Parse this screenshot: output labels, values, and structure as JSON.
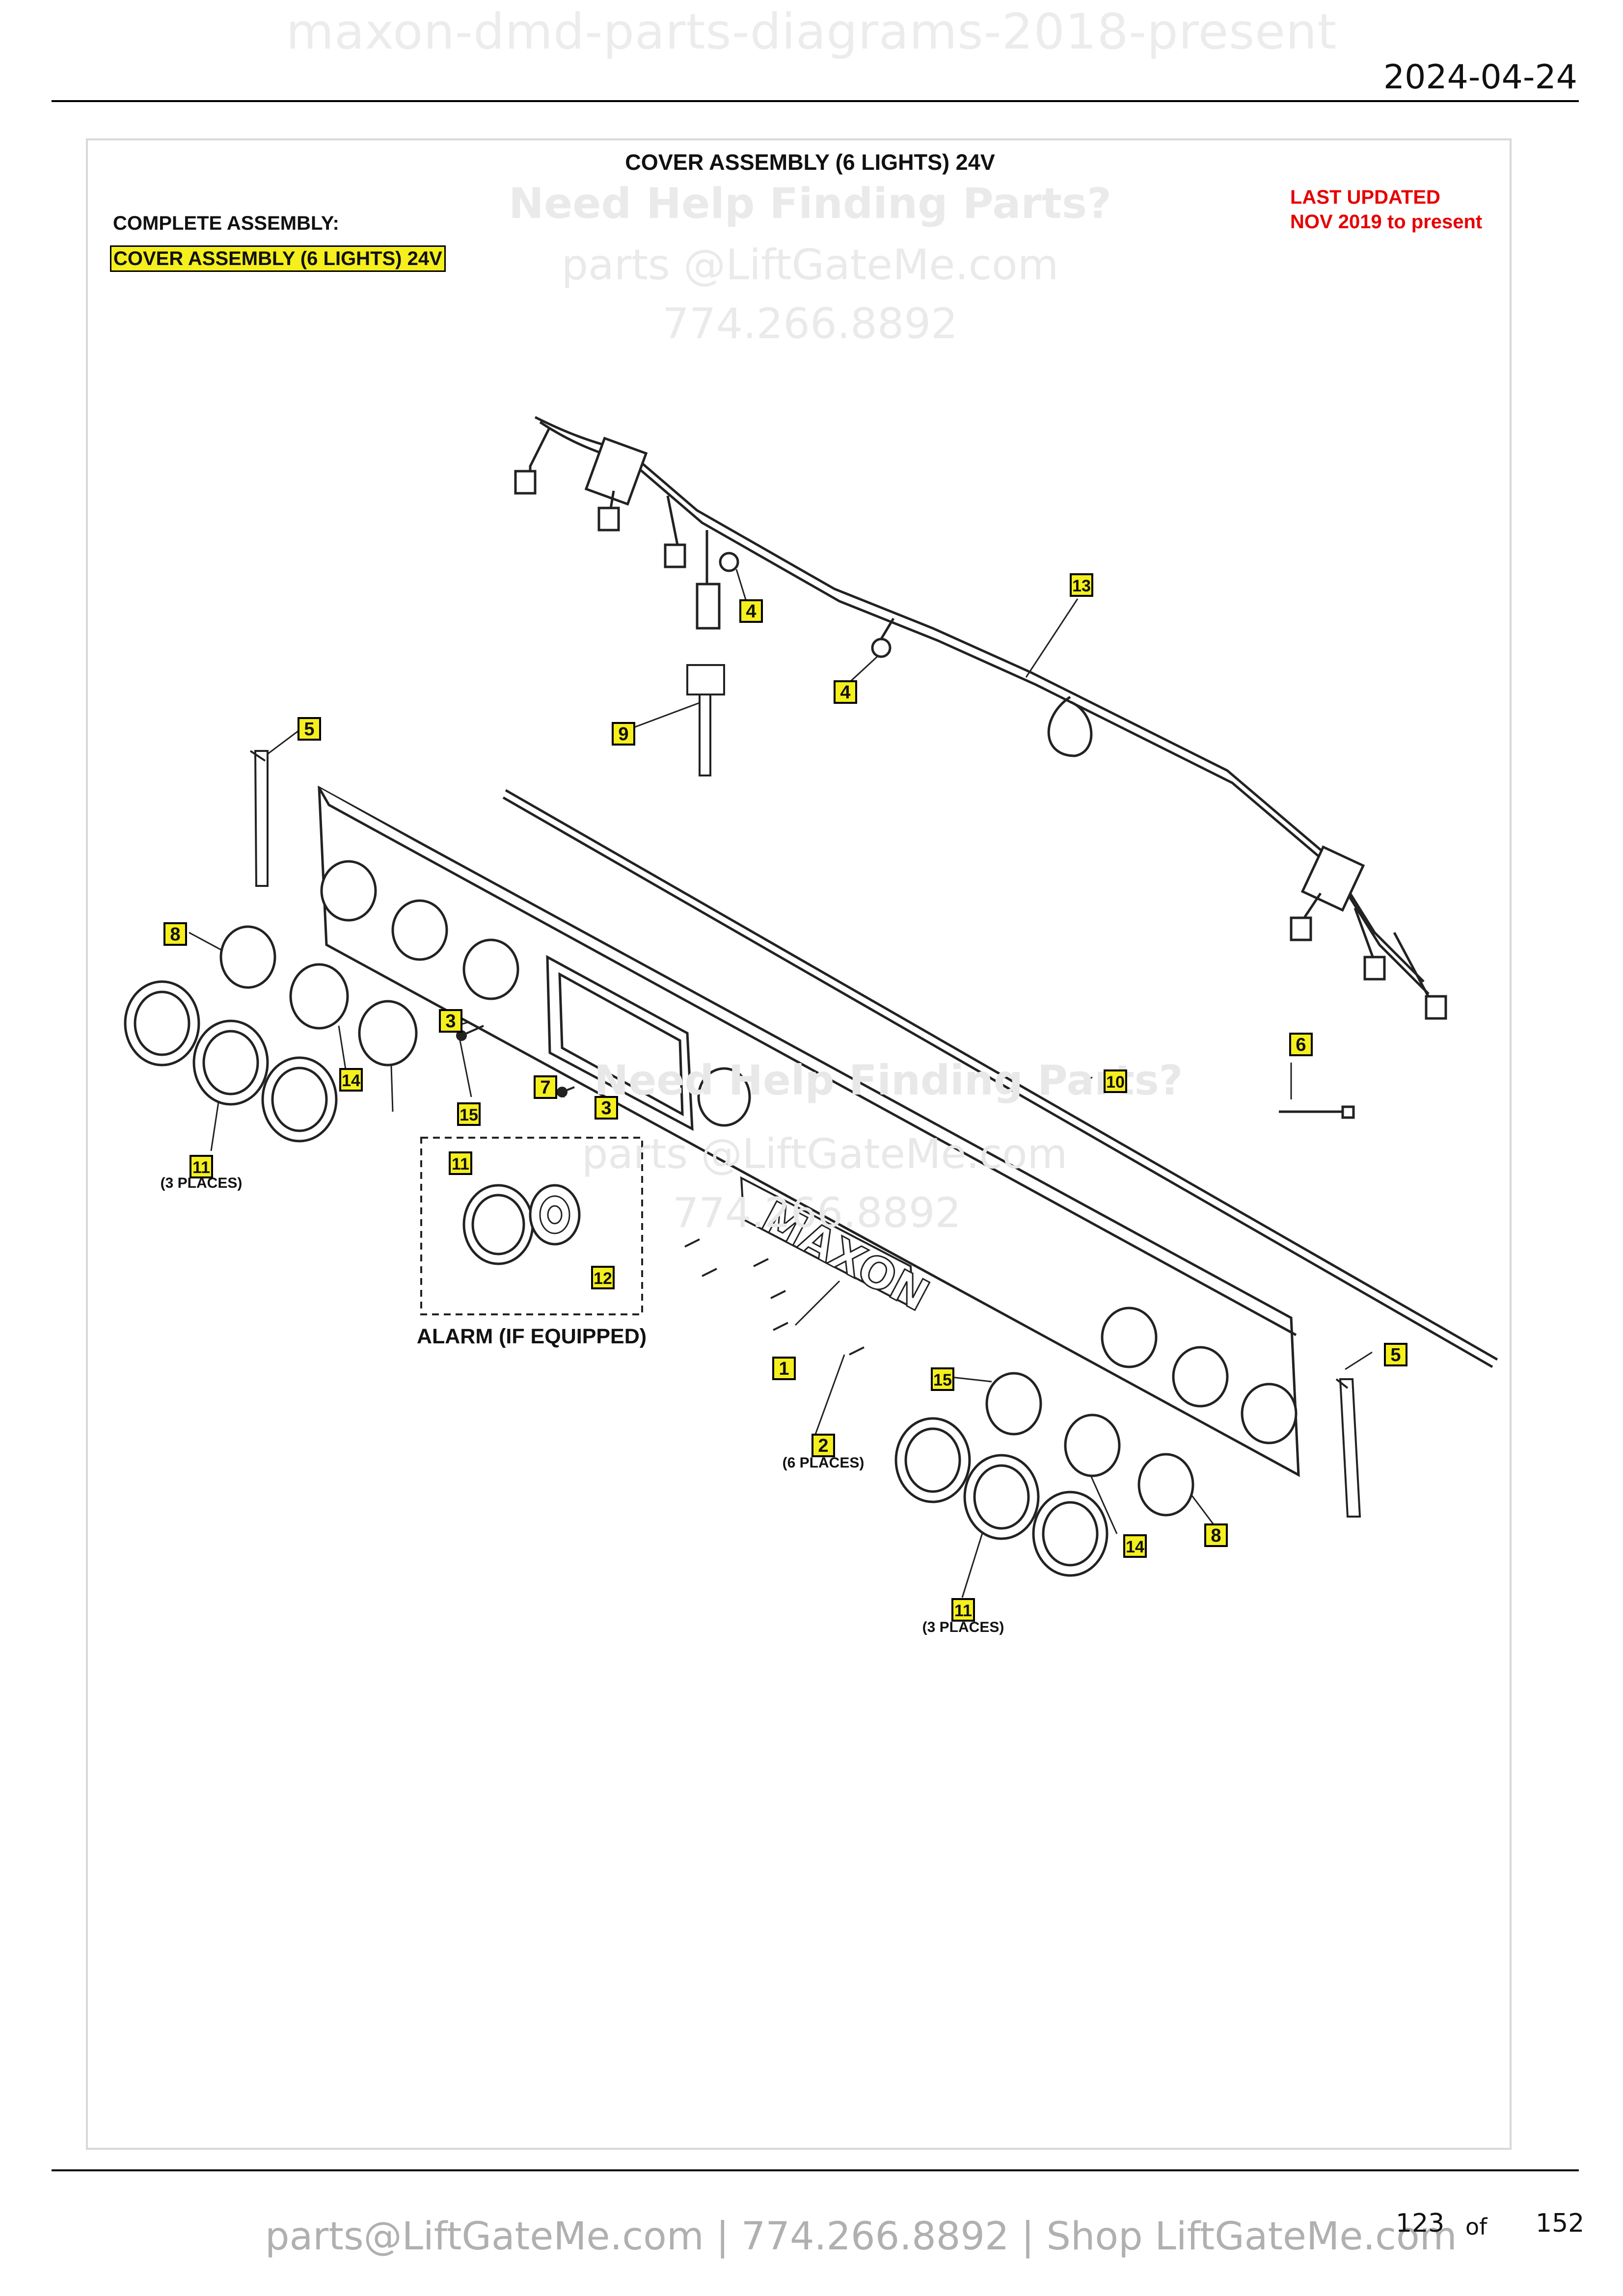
{
  "header": {
    "title": "maxon-dmd-parts-diagrams-2018-present",
    "date": "2024-04-24"
  },
  "diagram": {
    "title": "COVER ASSEMBLY (6 LIGHTS) 24V",
    "complete_assembly_label": "COMPLETE ASSEMBLY:",
    "complete_assembly_value": "COVER ASSEMBLY (6 LIGHTS) 24V",
    "last_updated_line1": "LAST UPDATED",
    "last_updated_line2": "NOV 2019 to present",
    "alarm_label": "ALARM (IF EQUIPPED)",
    "brand_on_plate": "MAXON",
    "callouts": [
      "4",
      "4",
      "13",
      "5",
      "9",
      "8",
      "3",
      "14",
      "15",
      "7",
      "3",
      "10",
      "6",
      "11",
      "11",
      "12",
      "1",
      "15",
      "5",
      "2",
      "14",
      "8",
      "11"
    ],
    "place_notes": [
      "(3 PLACES)",
      "(6 PLACES)",
      "(3 PLACES)"
    ]
  },
  "watermark": {
    "line1": "Need Help Finding Parts?",
    "line2": "parts @LiftGateMe.com",
    "line3": "774.266.8892"
  },
  "footer": {
    "contact": "parts@LiftGateMe.com | 774.266.8892 | Shop LiftGateMe.com",
    "page_current": "123",
    "page_of": "of",
    "page_total": "152"
  },
  "colors": {
    "callout_fill": "#f5ef1e",
    "updated_text": "#e60000",
    "watermark": "#eaeaea"
  }
}
